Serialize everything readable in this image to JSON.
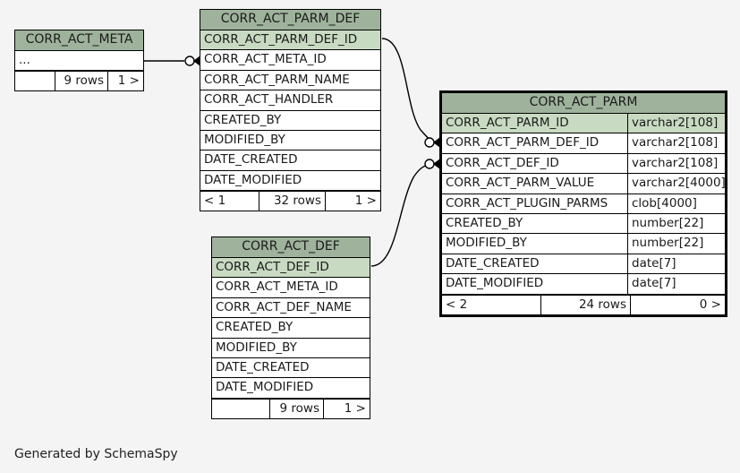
{
  "diagram": {
    "generator_caption": "Generated by SchemaSpy",
    "background_color": "#f4f4f4",
    "header_color": "#9fb39c",
    "primary_key_color": "#c9dac2",
    "row_color": "#ffffff",
    "line_color": "#000000"
  },
  "tables": [
    {
      "id": "corr_act_meta",
      "title": "CORR_ACT_META",
      "columns": [
        {
          "name": "...",
          "type": "",
          "pk": false
        }
      ],
      "footer": {
        "prev": "",
        "rows": "9 rows",
        "next": "1 >"
      }
    },
    {
      "id": "corr_act_parm_def",
      "title": "CORR_ACT_PARM_DEF",
      "columns": [
        {
          "name": "CORR_ACT_PARM_DEF_ID",
          "type": "",
          "pk": true
        },
        {
          "name": "CORR_ACT_META_ID",
          "type": "",
          "pk": false
        },
        {
          "name": "CORR_ACT_PARM_NAME",
          "type": "",
          "pk": false
        },
        {
          "name": "CORR_ACT_HANDLER",
          "type": "",
          "pk": false
        },
        {
          "name": "CREATED_BY",
          "type": "",
          "pk": false
        },
        {
          "name": "MODIFIED_BY",
          "type": "",
          "pk": false
        },
        {
          "name": "DATE_CREATED",
          "type": "",
          "pk": false
        },
        {
          "name": "DATE_MODIFIED",
          "type": "",
          "pk": false
        }
      ],
      "footer": {
        "prev": "< 1",
        "rows": "32 rows",
        "next": "1 >"
      }
    },
    {
      "id": "corr_act_def",
      "title": "CORR_ACT_DEF",
      "columns": [
        {
          "name": "CORR_ACT_DEF_ID",
          "type": "",
          "pk": true
        },
        {
          "name": "CORR_ACT_META_ID",
          "type": "",
          "pk": false
        },
        {
          "name": "CORR_ACT_DEF_NAME",
          "type": "",
          "pk": false
        },
        {
          "name": "CREATED_BY",
          "type": "",
          "pk": false
        },
        {
          "name": "MODIFIED_BY",
          "type": "",
          "pk": false
        },
        {
          "name": "DATE_CREATED",
          "type": "",
          "pk": false
        },
        {
          "name": "DATE_MODIFIED",
          "type": "",
          "pk": false
        }
      ],
      "footer": {
        "prev": "",
        "rows": "9 rows",
        "next": "1 >"
      }
    },
    {
      "id": "corr_act_parm",
      "title": "CORR_ACT_PARM",
      "focus": true,
      "columns": [
        {
          "name": "CORR_ACT_PARM_ID",
          "type": "varchar2[108]",
          "pk": true
        },
        {
          "name": "CORR_ACT_PARM_DEF_ID",
          "type": "varchar2[108]",
          "pk": false
        },
        {
          "name": "CORR_ACT_DEF_ID",
          "type": "varchar2[108]",
          "pk": false
        },
        {
          "name": "CORR_ACT_PARM_VALUE",
          "type": "varchar2[4000]",
          "pk": false
        },
        {
          "name": "CORR_ACT_PLUGIN_PARMS",
          "type": "clob[4000]",
          "pk": false
        },
        {
          "name": "CREATED_BY",
          "type": "number[22]",
          "pk": false
        },
        {
          "name": "MODIFIED_BY",
          "type": "number[22]",
          "pk": false
        },
        {
          "name": "DATE_CREATED",
          "type": "date[7]",
          "pk": false
        },
        {
          "name": "DATE_MODIFIED",
          "type": "date[7]",
          "pk": false
        }
      ],
      "footer": {
        "prev": "< 2",
        "rows": "24 rows",
        "next": "0 >"
      }
    }
  ],
  "relationships": [
    {
      "id": "meta-to-parm-def",
      "from": "corr_act_meta",
      "to": "corr_act_parm_def",
      "to_column": "CORR_ACT_META_ID",
      "cardinality": "zero-or-many"
    },
    {
      "id": "parm-def-to-parm",
      "from": "corr_act_parm_def",
      "from_column": "CORR_ACT_PARM_DEF_ID",
      "to": "corr_act_parm",
      "to_column": "CORR_ACT_PARM_DEF_ID",
      "cardinality": "zero-or-many"
    },
    {
      "id": "def-to-parm",
      "from": "corr_act_def",
      "from_column": "CORR_ACT_DEF_ID",
      "to": "corr_act_parm",
      "to_column": "CORR_ACT_DEF_ID",
      "cardinality": "zero-or-many"
    }
  ]
}
